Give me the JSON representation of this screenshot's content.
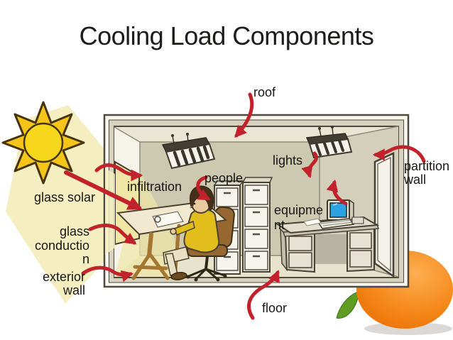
{
  "title": "Cooling Load Components",
  "labels": {
    "roof": "roof",
    "lights": "lights",
    "partition_wall": [
      "partition",
      "wall"
    ],
    "people": "people",
    "infiltration": "infiltration",
    "glass_solar": "glass solar",
    "glass_conduction": [
      "glass",
      "conductio",
      "n"
    ],
    "exterior_wall": [
      "exterior",
      "wall"
    ],
    "equipment": [
      "equipme",
      "nt"
    ],
    "floor": "floor"
  },
  "scene_icons": {
    "sun": "sun-icon",
    "beam": "sunbeam",
    "room": "office-room-cutaway",
    "window": "window-on-exterior-wall",
    "door": "partition-door",
    "ceiling_lights": "ceiling-light-fixtures",
    "person": "person-at-drafting-table",
    "file_cabinets": "file-cabinets",
    "computer_desk": "computer-desk",
    "monitor": "computer-monitor",
    "orange": "orange-fruit"
  },
  "colors": {
    "page_background": "#ffffff",
    "title_text": "#1c1c1a",
    "label_text": "#161614",
    "arrow_red": "#c2222b",
    "sun_yellow": "#f6c51a",
    "sun_core": "#f6d71c",
    "sun_outline": "#473410",
    "beam_yellow": "#f5eec1",
    "window_glow": "#f0e7a6",
    "frame_beige": "#d7d2bd",
    "frame_edge": "#4e4a40",
    "ceiling": "#eae6d4",
    "back_wall": "#cdc9b0",
    "partition_wall": "#d3cfba",
    "left_wall": "#f6f4ea",
    "floor": "#e7e3cd",
    "screen_blue": "#2ba2e2",
    "shirt_yellow": "#e2be1d",
    "chair_brown": "#976731",
    "skin": "#eac9a0",
    "wood_brown": "#a5762f",
    "orange_light": "#fdae53",
    "orange_mid": "#f68a1b",
    "orange_deep": "#e96d04",
    "leaf_green": "#5f9c22"
  }
}
